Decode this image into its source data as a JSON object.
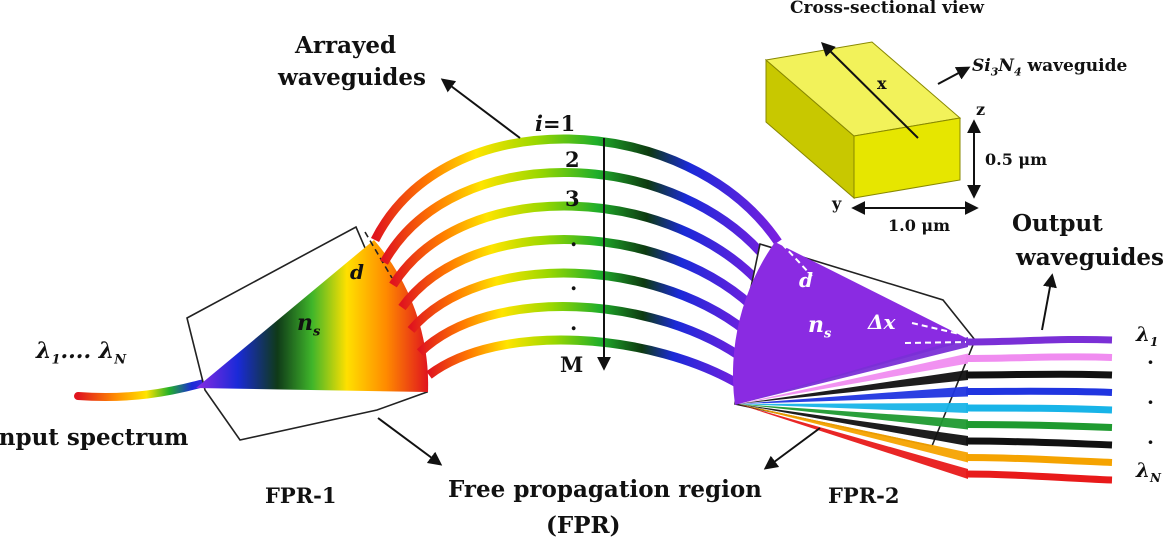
{
  "labels": {
    "arrayed_line1": "Arrayed",
    "arrayed_line2": "waveguides",
    "cross_section_title": "Cross-sectional view",
    "sin_waveguide_label": "waveguide",
    "axis_x": "x",
    "axis_y": "y",
    "axis_z": "z",
    "height_dim": "0.5 μm",
    "width_dim": "1.0 μm",
    "output_line1": "Output",
    "output_line2": "waveguides",
    "input_wavelengths": "λ1.... λN",
    "input_spectrum": "Input spectrum",
    "fpr1": "FPR-1",
    "fpr2": "FPR-2",
    "fpr_line1": "Free propagation region",
    "fpr_line2": "(FPR)",
    "ns_left": "ns",
    "ns_right": "ns",
    "d_left": "d",
    "d_right": "d",
    "delta_x": "Δx",
    "index_i1": "i=1",
    "index_2": "2",
    "index_3": "3",
    "index_dot1": ".",
    "index_dot2": ".",
    "index_dot3": ".",
    "index_M": "M",
    "out_lambda1": "λ1",
    "out_lambdaN": "λN",
    "out_dot1": "·",
    "out_dot2": "·",
    "out_dot3": "·"
  },
  "colors": {
    "block_front": "#e6e600",
    "block_top": "#f2f25a",
    "block_side": "#c8c800",
    "fpr2_fill": "#8a2be2",
    "arrow": "#111111",
    "output_waveguides": [
      "#7a2fd6",
      "#f08cf0",
      "#111111",
      "#2035e0",
      "#18b4e8",
      "#1f9a30",
      "#111111",
      "#f5a300",
      "#e81a1a"
    ]
  }
}
